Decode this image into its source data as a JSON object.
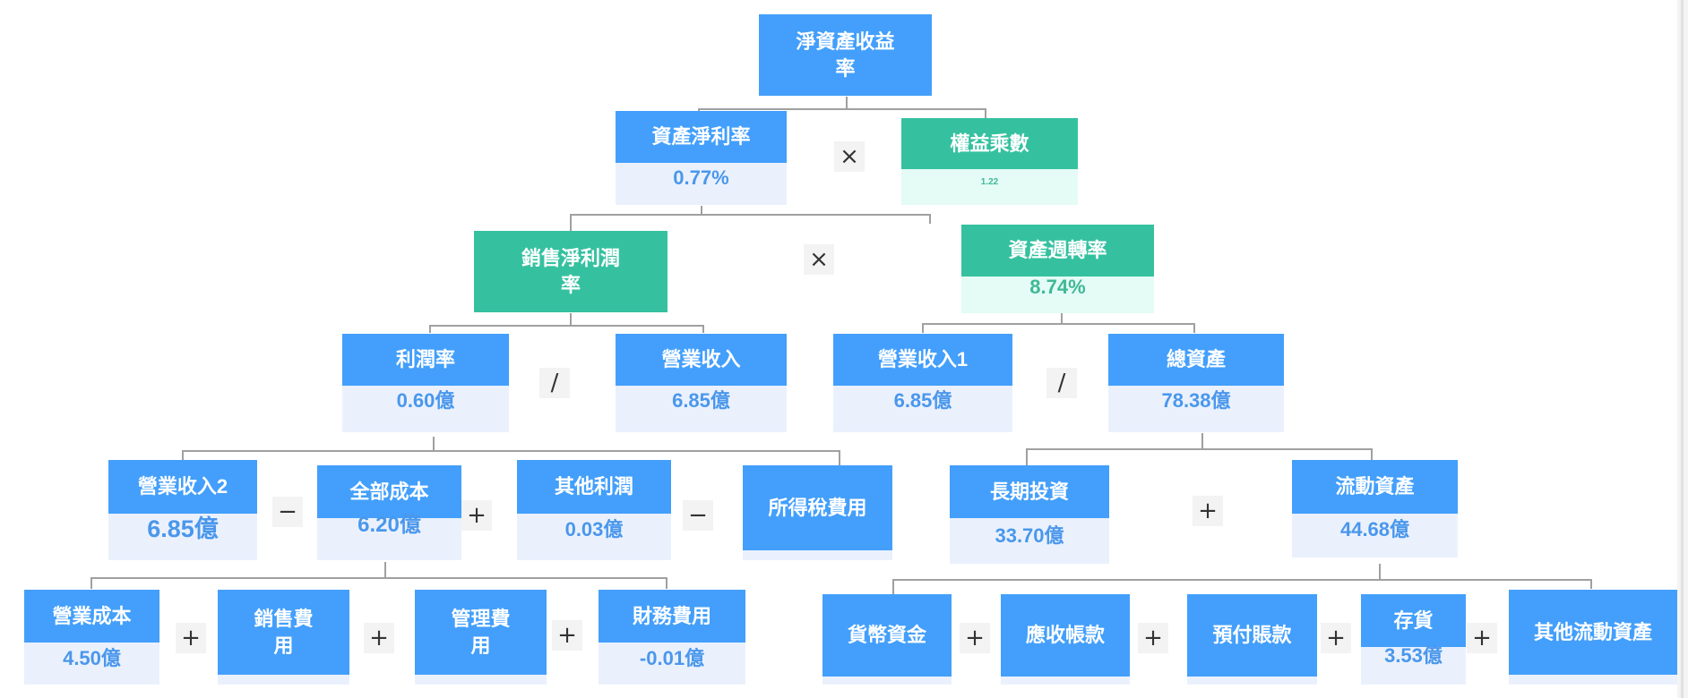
{
  "nodes": {
    "roe": {
      "label": "淨資產收益率"
    },
    "net_profit_rate": {
      "label": "資產淨利率",
      "value": "0.77%"
    },
    "equity_multiplier": {
      "label": "權益乘數",
      "value": "1.22"
    },
    "sales_net_margin": {
      "label": "銷售淨利潤率"
    },
    "asset_turnover": {
      "label": "資產週轉率",
      "value": "8.74%"
    },
    "profit": {
      "label": "利潤率",
      "value": "0.60億"
    },
    "revenue": {
      "label": "營業收入",
      "value": "6.85億"
    },
    "revenue_1": {
      "label": "營業收入1",
      "value": "6.85億"
    },
    "total_assets": {
      "label": "總資產",
      "value": "78.38億"
    },
    "revenue_2": {
      "label": "營業收入2",
      "value": "6.85億"
    },
    "total_cost": {
      "label": "全部成本",
      "value": "6.20億"
    },
    "other_profit": {
      "label": "其他利潤",
      "value": "0.03億"
    },
    "income_tax": {
      "label": "所得稅費用"
    },
    "long_term_invest": {
      "label": "長期投資",
      "value": "33.70億"
    },
    "current_assets": {
      "label": "流動資產",
      "value": "44.68億"
    },
    "operating_cost": {
      "label": "營業成本",
      "value": "4.50億"
    },
    "selling_expense": {
      "label": "銷售費用"
    },
    "admin_expense": {
      "label": "管理費用"
    },
    "finance_expense": {
      "label": "財務費用",
      "value": "-0.01億"
    },
    "cash": {
      "label": "貨幣資金"
    },
    "receivables": {
      "label": "應收帳款"
    },
    "prepayments": {
      "label": "預付賬款"
    },
    "inventory": {
      "label": "存貨",
      "value": "3.53億"
    },
    "other_current": {
      "label": "其他流動資產"
    }
  },
  "operators": {
    "multiply": "×",
    "divide": "∕",
    "plus": "+",
    "minus": "−"
  },
  "colors": {
    "blue_header": "#439ffb",
    "blue_value_bg": "#eaf1fd",
    "green_header": "#35c1a0",
    "green_value_bg": "#e4fbf6",
    "connector": "#a0a0a0"
  }
}
